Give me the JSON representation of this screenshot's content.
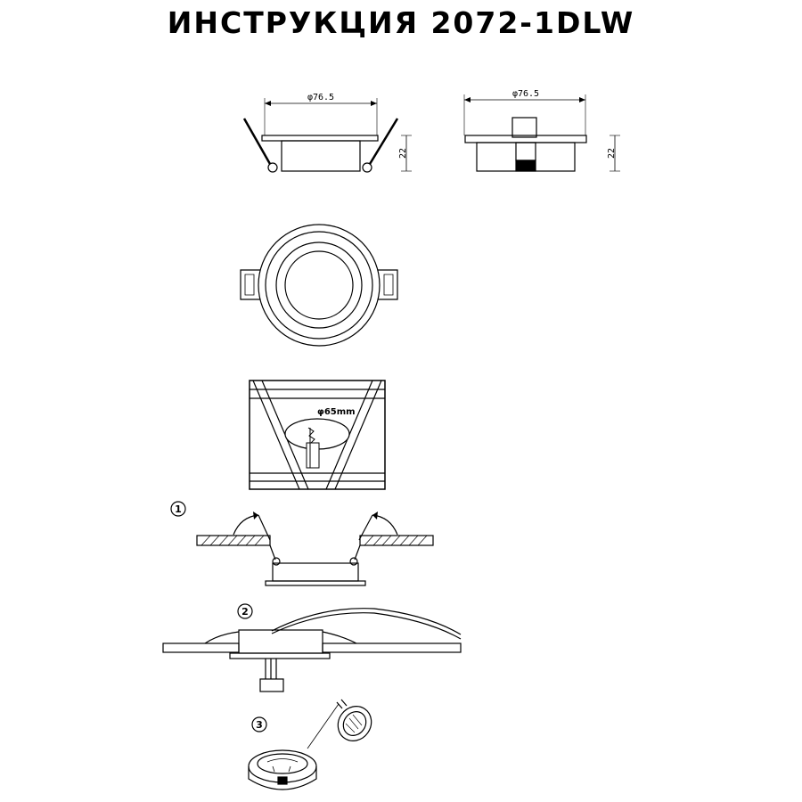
{
  "title": "ИНСТРУКЦИЯ 2072-1DLW",
  "dimensions": {
    "diameter_left": "φ76.5",
    "diameter_right": "φ76.5",
    "height_left": "22",
    "height_right": "22",
    "cutout": "φ65mm"
  },
  "steps": [
    "1",
    "2",
    "3"
  ]
}
